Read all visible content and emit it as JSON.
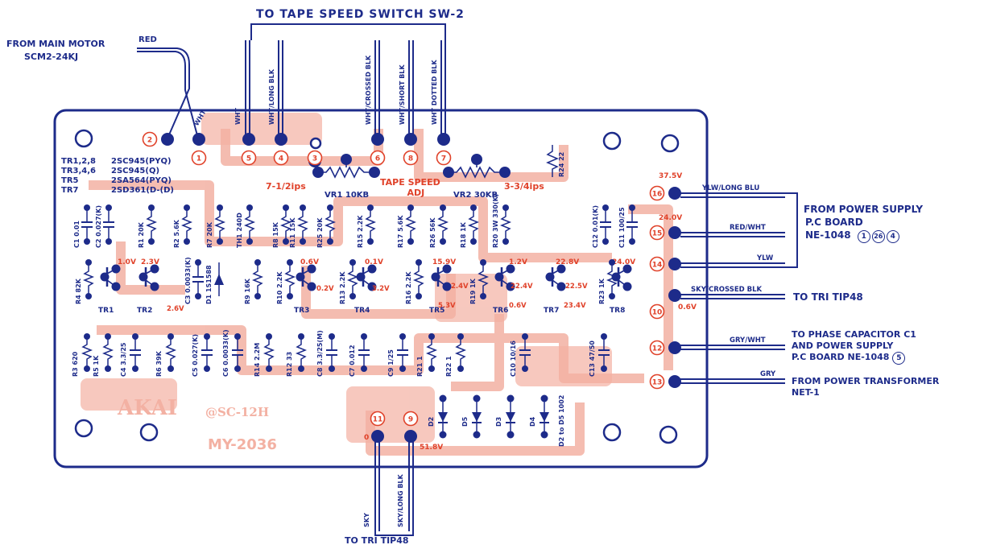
{
  "title": "TO TAPE SPEED SWITCH SW-2",
  "from_motor": [
    "FROM MAIN MOTOR",
    "SCM2-24KJ"
  ],
  "motor_wire": "RED",
  "wht_small": "WHT",
  "top_wires": [
    "WHT",
    "WHT/LONG BLK",
    "WHT/CROSSED BLK",
    "WHT/SHORT BLK",
    "WHT DOTTED BLK"
  ],
  "transistor_list": [
    [
      "TR1,2,8",
      "2SC945(PYQ)"
    ],
    [
      "TR3,4,6",
      "2SC945(Q)"
    ],
    [
      "TR5",
      "2SA564(PYQ)"
    ],
    [
      "TR7",
      "2SD361(D-(D)"
    ]
  ],
  "top_pads": [
    "2",
    "1",
    "5",
    "4",
    "3",
    "6",
    "8",
    "7"
  ],
  "tape_speed": [
    "TAPE SPEED",
    "ADJ"
  ],
  "speed_left": "7-1/2ips",
  "speed_right": "3-3/4ips",
  "vr1": "VR1 10KB",
  "vr2": "VR2 30KB",
  "r24": "R24 22",
  "right_pads": [
    "16",
    "15",
    "14",
    "10",
    "12",
    "13"
  ],
  "right_voltages": [
    "37.5V",
    "24.0V",
    "0.6V"
  ],
  "right_wires": [
    "YLW/LONG BLU",
    "RED/WHT",
    "YLW",
    "SKY/CROSSED BLK",
    "GRY/WHT",
    "GRY"
  ],
  "right_labels": {
    "power1": "FROM POWER SUPPLY",
    "power2": "P.C BOARD",
    "power3": "NE-1048",
    "power3_circled": [
      "1",
      "26",
      "4"
    ],
    "tri1": "TO TRI TIP48",
    "phase1": "TO PHASE CAPACITOR C1",
    "phase2": "AND POWER SUPPLY",
    "phase3": "P.C BOARD  NE-1048",
    "phase3_circled": "5",
    "trans1": "FROM POWER TRANSFORMER",
    "trans2": "NET-1"
  },
  "bottom_pads": [
    "11",
    "9"
  ],
  "bottom_voltages": [
    "0",
    "51.8V"
  ],
  "bottom_wires": [
    "SKY",
    "SKY/LONG BLK"
  ],
  "bottom_label": "TO TRI TIP48",
  "brand": "AKAI",
  "board_code": "@SC-12H",
  "board_no": "MY-2036",
  "voltages_row": [
    "1.0V",
    "2.3V",
    "0.6V",
    "0.1V",
    "15.9V",
    "1.2V",
    "22.8V",
    "24.0V"
  ],
  "voltages_small": [
    "0.2V",
    "3.2V",
    "2.4V",
    "5.3V",
    "22.4V",
    "22.5V",
    "0.6V",
    "23.4V",
    "2.6V"
  ],
  "components_top": [
    "C1 0.01",
    "C2 0.027(K)",
    "R1 20K",
    "R2 5.6K",
    "R7 20K",
    "TH1 240D",
    "R8 15K",
    "R11 15K",
    "R25 20K",
    "R15 2.2K",
    "R17 5.6K",
    "R26 56K",
    "R18 1K",
    "R20 3W 330(K)",
    "C11 100/25",
    "C12 0.01(K)"
  ],
  "components_mid": [
    "R4 82K",
    "C3 0.0033(K)",
    "D1 1S1588",
    "R9 16K",
    "R10 2.2K",
    "R13 2.2K",
    "R16 2.2K",
    "R19 1K",
    "R23 1K"
  ],
  "components_bot": [
    "R3 620",
    "R5 1K",
    "C4 3.3/25",
    "R6 39K",
    "C5 0.027(K)",
    "C6 0.0033(K)",
    "R14 2.2M",
    "R12 33",
    "C8 3.3/25(M)",
    "C7 0.012",
    "C9 1/25",
    "R21 1",
    "R22 1",
    "C10 10/16",
    "C13 47/50",
    "D2 to D5 1002"
  ],
  "diodes": [
    "D2",
    "D5",
    "D3",
    "D4"
  ],
  "transistors": [
    "TR1",
    "TR2",
    "TR3",
    "TR4",
    "TR5",
    "TR6",
    "TR7",
    "TR8"
  ],
  "colors": {
    "ink": "#1d2b8a",
    "red": "#e0422a",
    "trace": "#f3b1a3"
  }
}
